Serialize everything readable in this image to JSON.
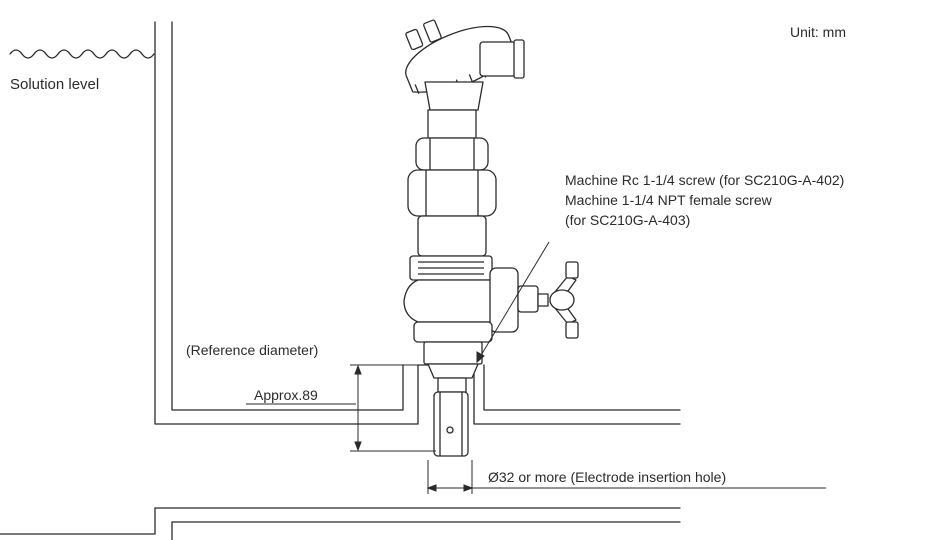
{
  "unit_label": "Unit: mm",
  "solution_level_label": "Solution level",
  "screw_labels": [
    "Machine Rc 1-1/4 screw (for SC210G-A-402)",
    "Machine 1-1/4 NPT female screw",
    "(for SC210G-A-403)"
  ],
  "reference_diameter_label": "(Reference diameter)",
  "approx_label": "Approx.89",
  "hole_label": "Ø32 or more  (Electrode insertion hole)",
  "colors": {
    "line": "#2b2b2b",
    "fill": "#ffffff",
    "text": "#2b2b2b"
  }
}
